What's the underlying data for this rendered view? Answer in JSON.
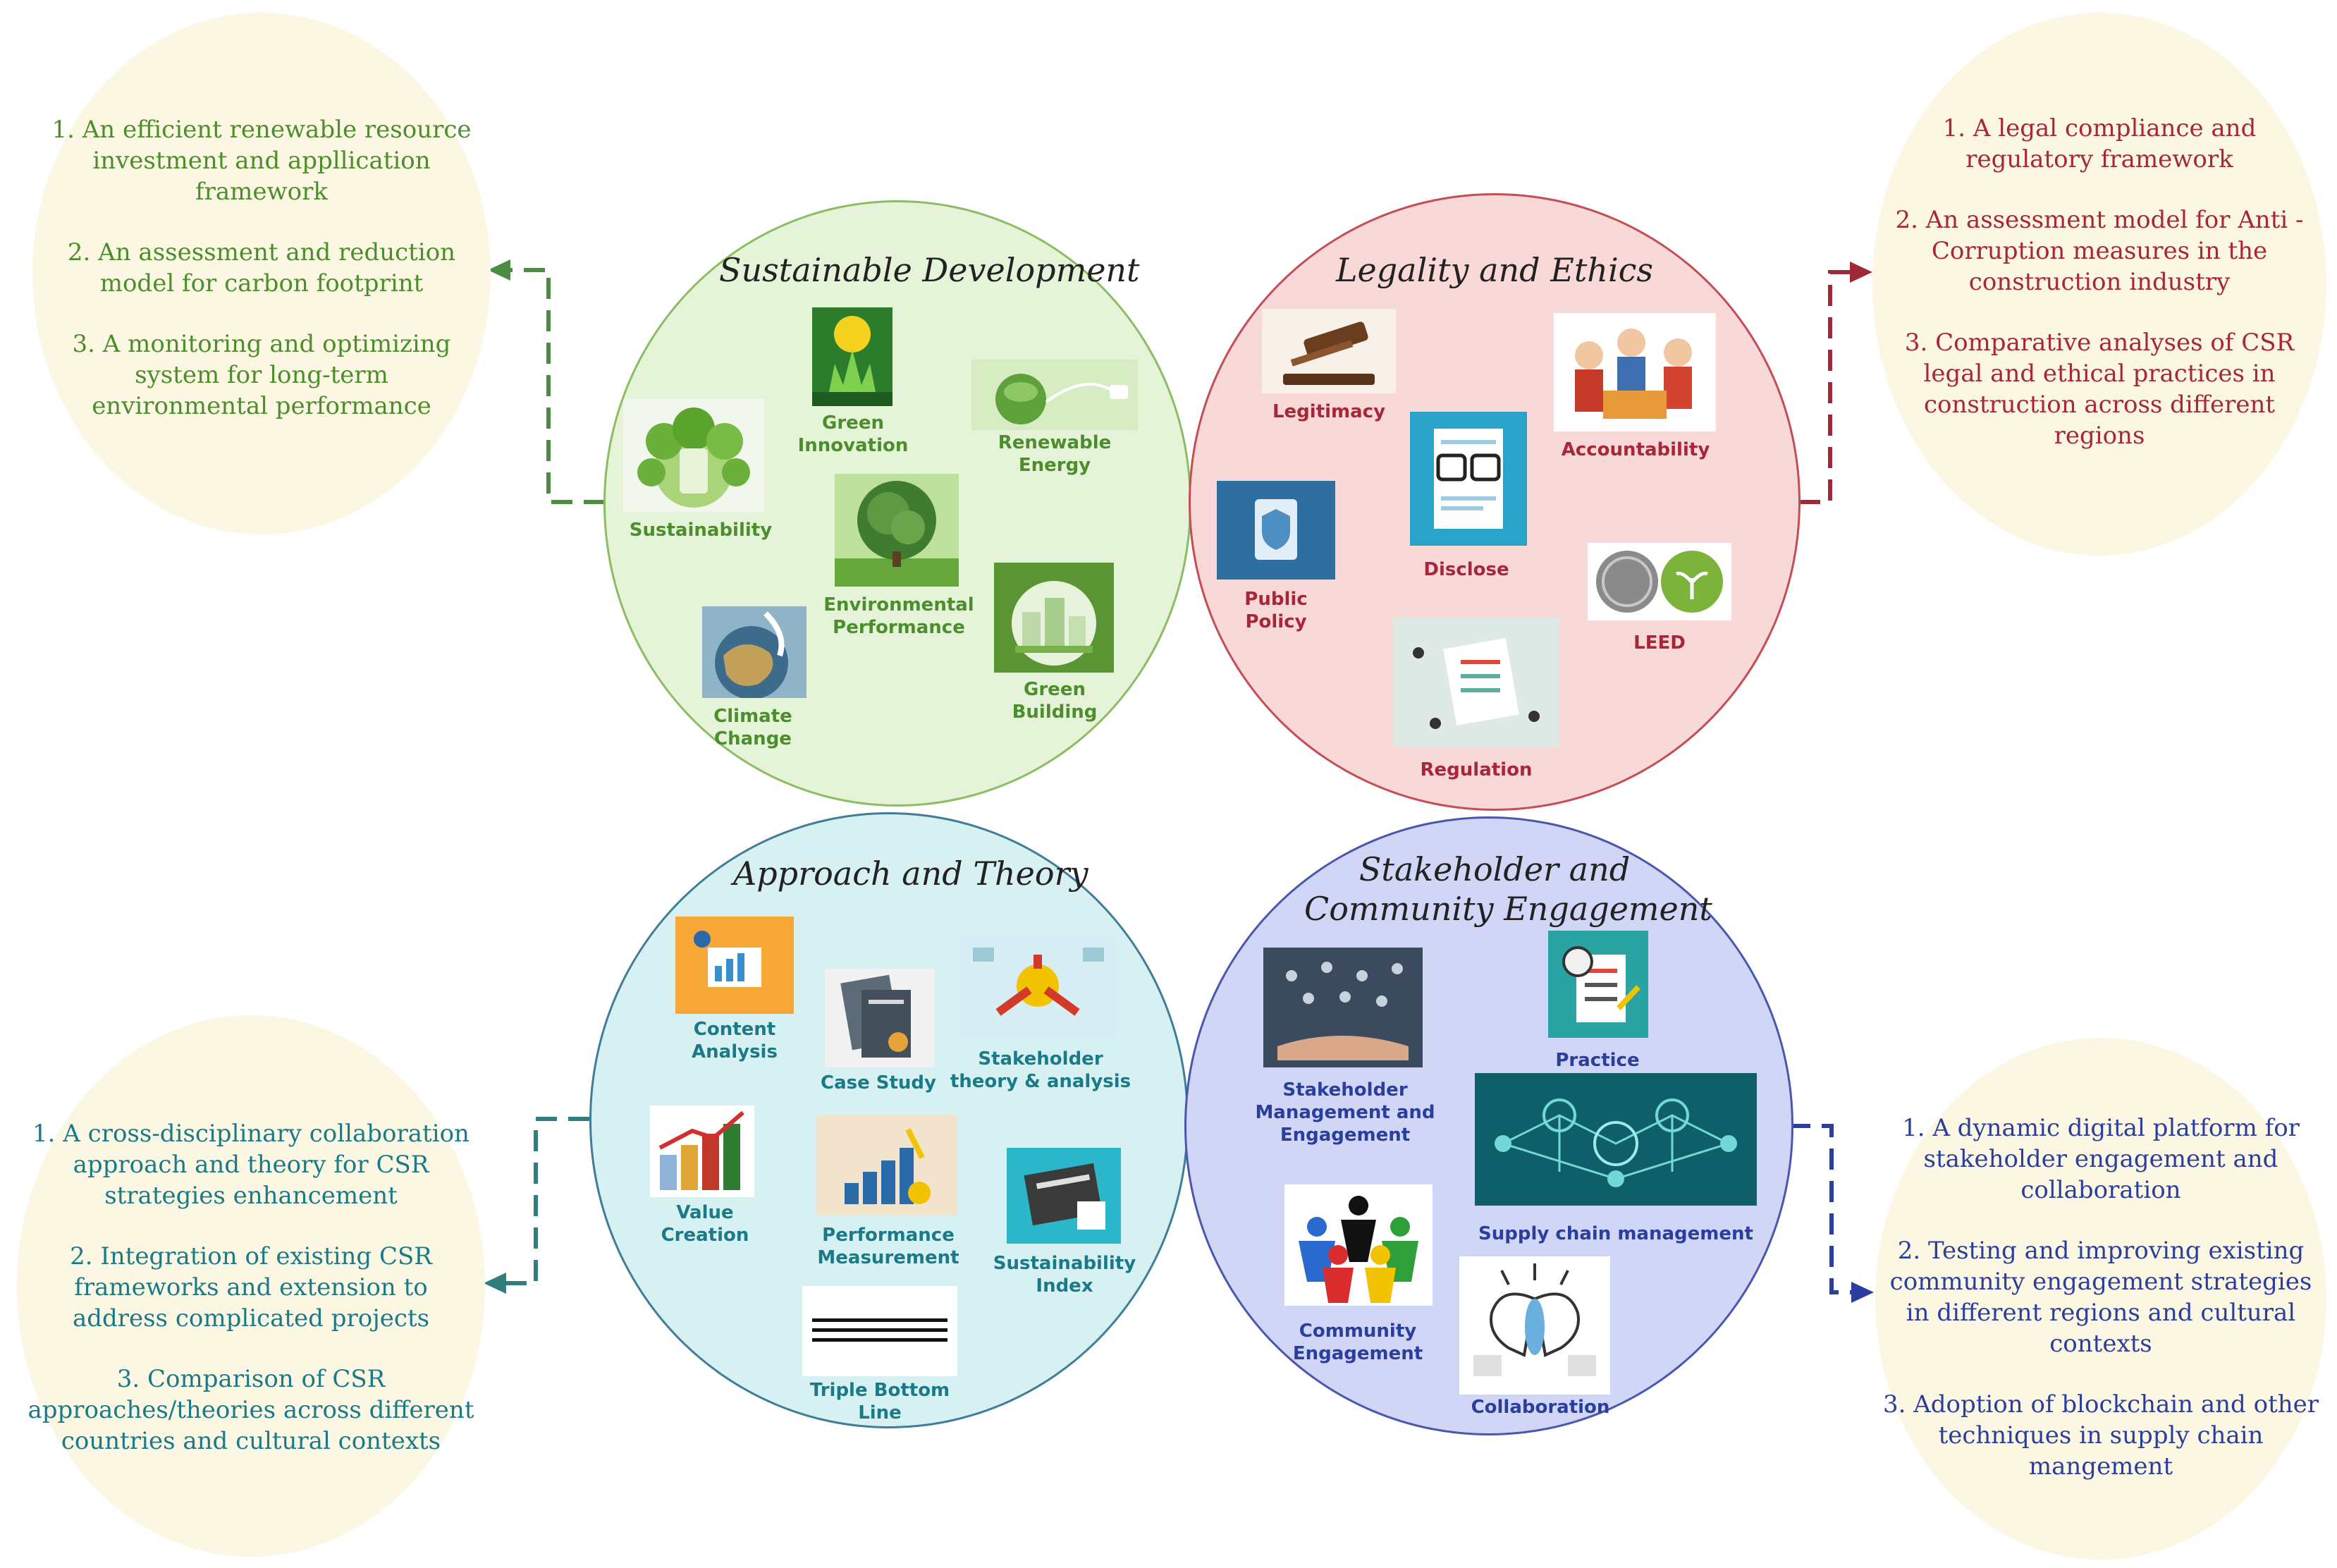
{
  "sections": {
    "sustainable": {
      "title": "Sustainable Development",
      "items": [
        "Sustainability",
        "Green Innovation",
        "Renewable Energy",
        "Environmental Performance",
        "Climate Change",
        "Green Building"
      ],
      "outcomes": [
        "1.  An efficient renewable resource investment and appllication framework",
        "2. An assessment and reduction model for carbon footprint",
        "3. A monitoring and optimizing system for long-term environmental performance"
      ],
      "colors": {
        "text": "#4b8e2b",
        "fill": "#e5f3d9",
        "border": "#8cbd63",
        "arrow": "#4e8b45"
      }
    },
    "legality": {
      "title": "Legality and Ethics",
      "items": [
        "Legitimacy",
        "Accountability",
        "Public Policy",
        "Disclose",
        "LEED",
        "Regulation"
      ],
      "outcomes": [
        "1. A legal compliance and regulatory framework",
        "2. An assessment model for Anti - Corruption measures in the construction industry",
        "3. Comparative analyses of CSR legal and ethical practices in construction across different regions"
      ],
      "colors": {
        "text": "#a7263a",
        "fill": "#f9d8d8",
        "border": "#c54d55",
        "arrow": "#9e2a38"
      }
    },
    "approach": {
      "title": "Approach and Theory",
      "items": [
        "Content Analysis",
        "Case Study",
        "Stakeholder theory & analysis",
        "Value Creation",
        "Performance Measurement",
        "Sustainability Index",
        "Triple Bottom Line"
      ],
      "outcomes": [
        "1. A cross-disciplinary collaboration approach and theory for CSR strategies enhancement",
        "2. Integration of existing CSR frameworks and extension to address complicated projects",
        "3. Comparison of CSR approaches/theories across different countries and cultural contexts"
      ],
      "colors": {
        "text": "#1a7a87",
        "fill": "#d7f1f3",
        "border": "#3f7d99",
        "arrow": "#2f7d7d"
      }
    },
    "stakeholder": {
      "title_line1": "Stakeholder and",
      "title_line2": "Community Engagement",
      "items": [
        "Stakeholder Management and Engagement",
        "Practice",
        "Supply chain management",
        "Community Engagement",
        "Collaboration"
      ],
      "outcomes": [
        "1. A dynamic digital platform for stakeholder engagement and collaboration",
        "2. Testing and improving existing community engagement strategies in different regions and cultural contexts",
        "3. Adoption of blockchain and other techniques in supply chain mangement"
      ],
      "colors": {
        "text": "#2a3f9d",
        "fill": "#d1d5f6",
        "border": "#4a57b0",
        "arrow": "#2a3f9d"
      }
    }
  }
}
